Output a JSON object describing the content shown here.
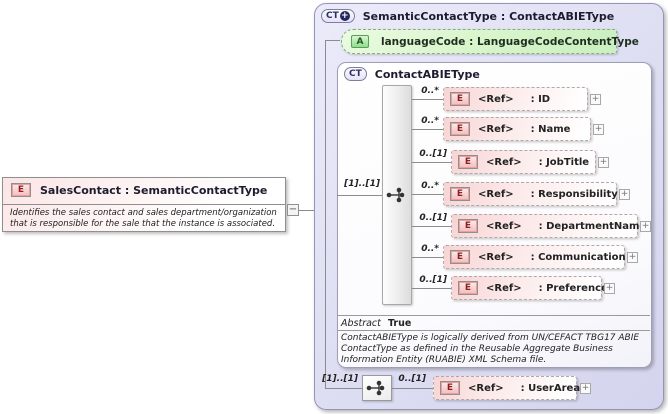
{
  "root_element": {
    "icon": "E",
    "title": "SalesContact : SemanticContactType",
    "annotation": "Identifies the sales contact and sales department/organization that is responsible for the sale that the instance is associated.",
    "collapse_glyph": "−"
  },
  "type_panel": {
    "icon": "CT",
    "icon_plus": "+",
    "title": "SemanticContactType : ContactABIEType",
    "attribute": {
      "icon": "A",
      "label": "languageCode : LanguageCodeContentType"
    },
    "base_type": {
      "icon": "CT",
      "title": "ContactABIEType",
      "sequence_cardinality": "[1]..[1]",
      "children": [
        {
          "cardinality": "0..*",
          "ref": "<Ref>",
          "name": ": ID"
        },
        {
          "cardinality": "0..*",
          "ref": "<Ref>",
          "name": ": Name"
        },
        {
          "cardinality": "0..[1]",
          "ref": "<Ref>",
          "name": ": JobTitle"
        },
        {
          "cardinality": "0..*",
          "ref": "<Ref>",
          "name": ": Responsibility"
        },
        {
          "cardinality": "0..[1]",
          "ref": "<Ref>",
          "name": ": DepartmentName"
        },
        {
          "cardinality": "0..*",
          "ref": "<Ref>",
          "name": ": Communication"
        },
        {
          "cardinality": "0..[1]",
          "ref": "<Ref>",
          "name": ": Preference"
        }
      ],
      "abstract_label": "Abstract",
      "abstract_value": "True",
      "annotation": "ContactABIEType is logically derived from UN/CEFACT TBG17 ABIE ContactType as defined in the Reusable Aggregate Business Information Entity (RUABIE) XML Schema file."
    },
    "extension_sequence": {
      "cardinality": "[1]..[1]",
      "child": {
        "cardinality": "0..[1]",
        "ref": "<Ref>",
        "name": ": UserArea"
      }
    }
  },
  "glyphs": {
    "expand": "+"
  },
  "colors": {
    "panel_lavender": "#dcdcf2",
    "element_pink": "#f3bcbc",
    "attribute_green": "#8fdc8f",
    "ct_navy": "#26265e",
    "connector_gray": "#8c8c8c"
  }
}
